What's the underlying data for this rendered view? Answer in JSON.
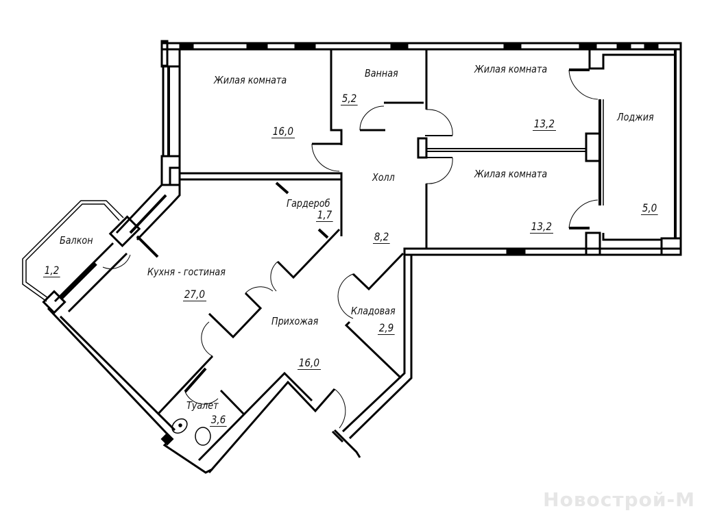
{
  "plan": {
    "rooms": [
      {
        "name": "Жилая комната",
        "area": "16,0"
      },
      {
        "name": "Ванная",
        "area": "5,2"
      },
      {
        "name": "Жилая комната",
        "area": "13,2"
      },
      {
        "name": "Лоджия",
        "area": "5,0"
      },
      {
        "name": "Холл",
        "area": "8,2"
      },
      {
        "name": "Жилая комната",
        "area": "13,2"
      },
      {
        "name": "Гардероб",
        "area": "1,7"
      },
      {
        "name": "Балкон",
        "area": "1,2"
      },
      {
        "name": "Кухня - гостиная",
        "area": "27,0"
      },
      {
        "name": "Кладовая",
        "area": "2,9"
      },
      {
        "name": "Прихожая",
        "area": "16,0"
      },
      {
        "name": "Туалет",
        "area": "3,6"
      }
    ],
    "watermark": "Новострой-М",
    "colors": {
      "wall": "#000000",
      "background": "#ffffff",
      "watermark": "#e6e6e6"
    }
  }
}
